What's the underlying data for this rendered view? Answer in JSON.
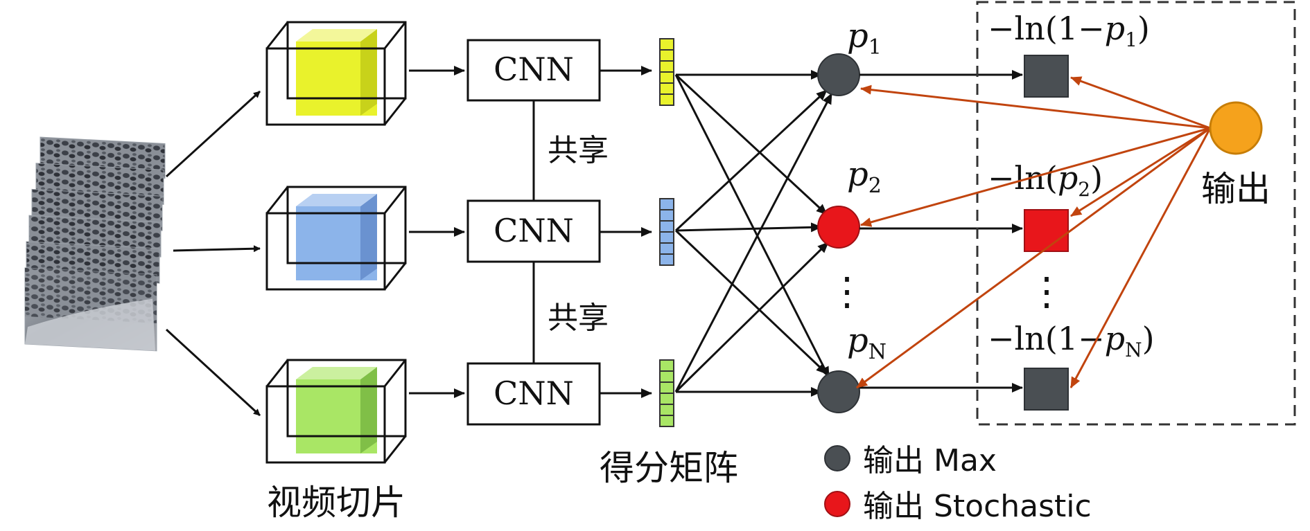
{
  "colors": {
    "arrow_black": "#111111",
    "arrow_red": "#c1440e",
    "node_gray": "#4a4f53",
    "node_red": "#e8161b",
    "output_orange": "#f5a21c",
    "slice_yellow": "#e9f22c",
    "slice_blue": "#8cb4ea",
    "slice_green": "#a9e665"
  },
  "labels": {
    "cnn": [
      "CNN",
      "CNN",
      "CNN"
    ],
    "shared": [
      "共享",
      "共享"
    ],
    "video_slices": "视频切片",
    "score_matrix": "得分矩阵",
    "output": "输出",
    "p_base": "p",
    "p_subs": [
      "1",
      "2",
      "N"
    ],
    "ellipsis": "⋮",
    "loss_terms": [
      {
        "pre": "−ln(1−",
        "p": "p",
        "sub": "1",
        "post": ")"
      },
      {
        "pre": "−ln(",
        "p": "p",
        "sub": "2",
        "post": ")"
      },
      {
        "pre": "−ln(1−",
        "p": "p",
        "sub": "N",
        "post": ")"
      }
    ]
  },
  "legend": [
    {
      "icon": "gray-circle-icon",
      "text": "输出 Max"
    },
    {
      "icon": "red-circle-icon",
      "text": "输出 Stochastic"
    }
  ]
}
